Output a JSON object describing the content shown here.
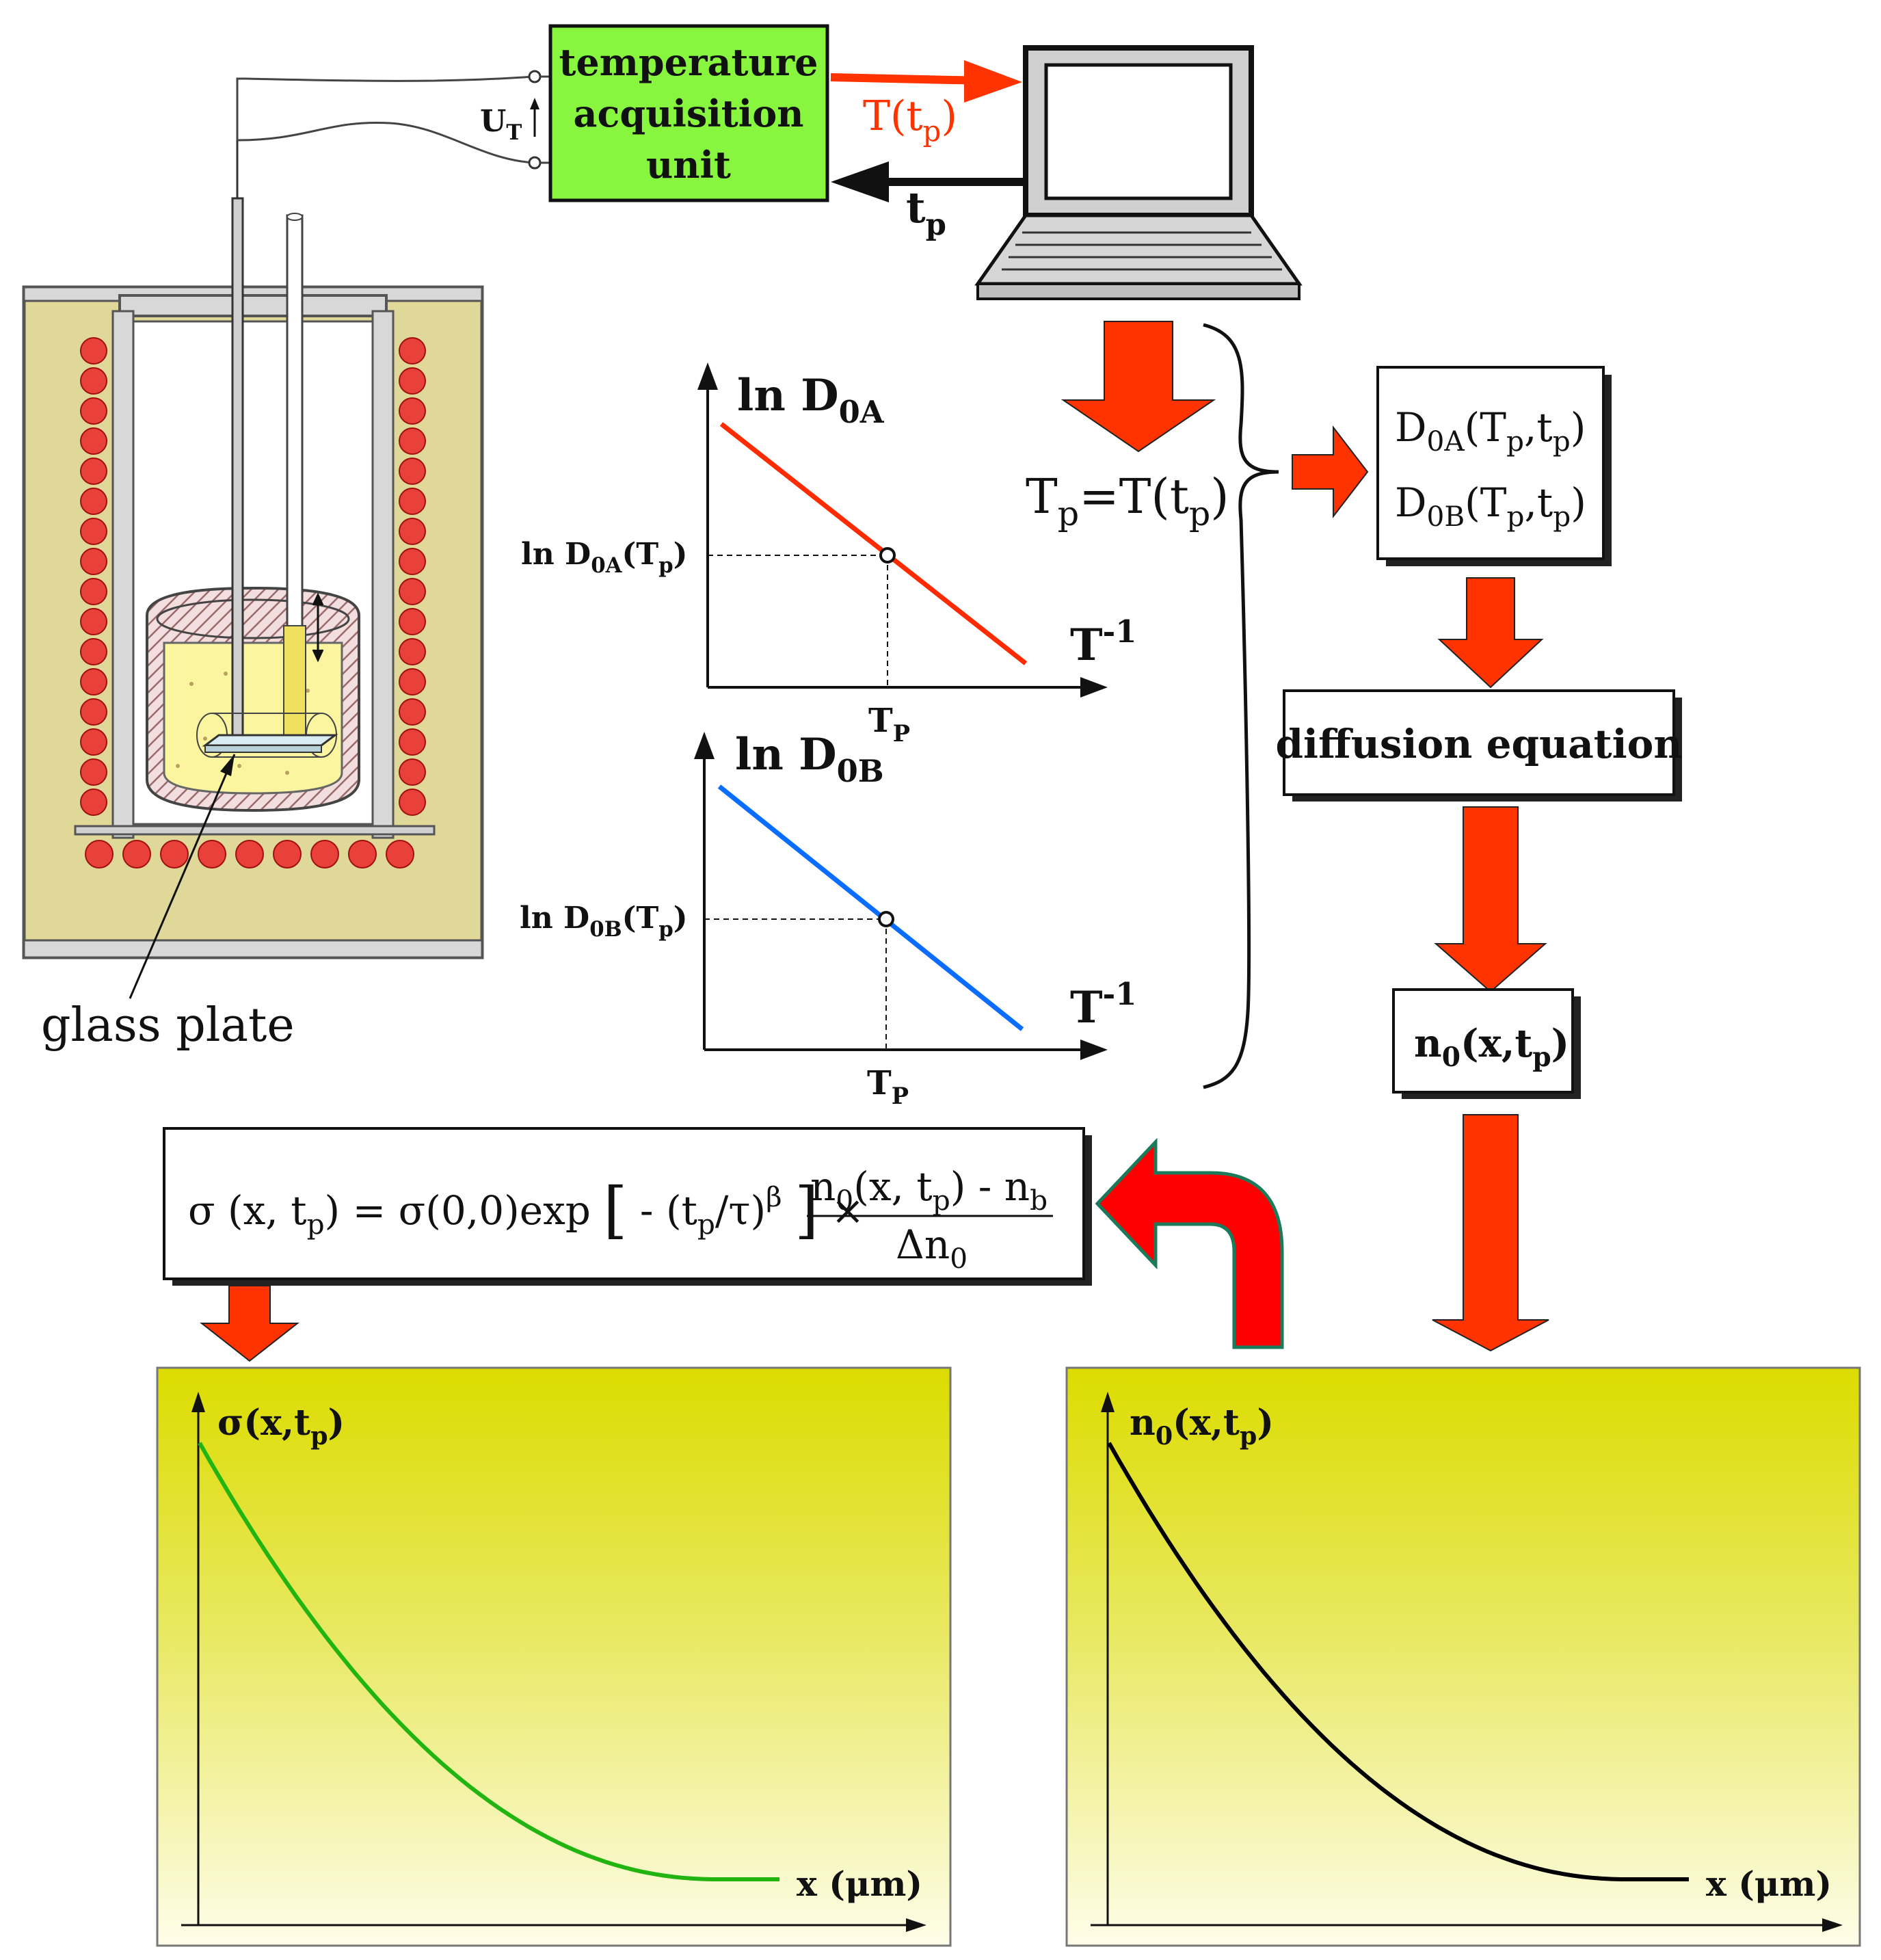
{
  "temperature_unit": {
    "line1": "temperature",
    "line2": "acquisition",
    "line3": "unit",
    "fill": "#88f53f"
  },
  "signals": {
    "ut": "U",
    "ut_sub": "T",
    "t_of_tp": "T(t",
    "t_of_tp_sub": "p",
    "t_of_tp_close": ")",
    "tp": "t",
    "tp_sub": "p"
  },
  "glass_plate_label": "glass plate",
  "tp_equation": {
    "a": "T",
    "a_sub": "p",
    "b": "=T(t",
    "b_sub": "p",
    "c": ")"
  },
  "graph_a": {
    "ylabel": "ln D",
    "ylabel_sub": "0A",
    "xlabel": "T",
    "xlabel_sup": "-1",
    "point_label": "ln D",
    "point_label_sub": "0A",
    "point_label_rest": "(T",
    "point_label_sub2": "p",
    "point_label_close": ")",
    "tick": "T",
    "tick_sub": "P",
    "color": "#ff2a00"
  },
  "graph_b": {
    "ylabel": "ln D",
    "ylabel_sub": "0B",
    "xlabel": "T",
    "xlabel_sup": "-1",
    "point_label": "ln D",
    "point_label_sub": "0B",
    "point_label_rest": "(T",
    "point_label_sub2": "p",
    "point_label_close": ")",
    "tick": "T",
    "tick_sub": "P",
    "color": "#0a6dff"
  },
  "d_box": {
    "l1": "D",
    "l1_sub": "0A",
    "l1_rest": "(T",
    "l1_sub2": "p",
    "l1_mid": ",t",
    "l1_sub3": "p",
    "l1_close": ")",
    "l2": "D",
    "l2_sub": "0B",
    "l2_rest": "(T",
    "l2_sub2": "p",
    "l2_mid": ",t",
    "l2_sub3": "p",
    "l2_close": ")"
  },
  "diffusion_box": "diffusion equation",
  "n0_box": {
    "a": "n",
    "a_sub": "0",
    "b": "(x,t",
    "b_sub": "p",
    "c": ")"
  },
  "formula": {
    "sigma": "σ",
    "lhs_open": "(x, t",
    "lhs_sub": "p",
    "lhs_close": ")",
    "eq": " = σ(0,0)exp",
    "bracket_open": "[",
    "minus": "- (t",
    "p_sub": "p",
    "over_tau": "/τ)",
    "beta": "β",
    "bracket_close": "]",
    "times": "×",
    "num_a": "n",
    "num_sub": "0",
    "num_b": "(x, t",
    "num_sub2": "p",
    "num_c": ") - n",
    "num_sub3": "b",
    "den": "Δn",
    "den_sub": "0"
  },
  "sigma_plot": {
    "ylabel": "σ(x,t",
    "ylabel_sub": "p",
    "ylabel_close": ")",
    "xlabel": "x (μm)",
    "curve_color": "#22b512"
  },
  "n0_plot": {
    "ylabel": "n",
    "ylabel_sub": "0",
    "ylabel_rest": "(x,t",
    "ylabel_sub2": "p",
    "ylabel_close": ")",
    "xlabel": "x (μm)",
    "curve_color": "#000000"
  },
  "colors": {
    "arrow_red": "#ff3300",
    "furnace_fill": "#e0d898",
    "coil_red": "#e8413a",
    "melt_yellow": "#fbf5a0",
    "panel_top": "#dede00",
    "panel_bottom": "#fefde8"
  }
}
